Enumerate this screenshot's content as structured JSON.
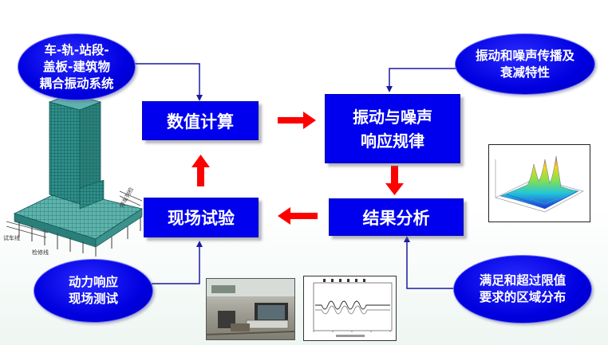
{
  "boxes": {
    "numeric_calc": "数值计算",
    "vibration_noise_line1": "振动与噪声",
    "vibration_noise_line2": "响应规律",
    "field_test": "现场试验",
    "result_analysis": "结果分析"
  },
  "ellipses": {
    "coupled_system": [
      "车-轨-站段-",
      "盖板-建筑物",
      "耦合振动系统"
    ],
    "propagation": [
      "振动和噪声传播及",
      "衰减特性"
    ],
    "dynamic_test": [
      "动力响应",
      "现场测试"
    ],
    "limit_zone": [
      "满足和超过限值",
      "要求的区域分布"
    ]
  },
  "model_labels": {
    "test_line": "试车线",
    "repair_line": "检修线",
    "parking_line": "停车列检"
  },
  "colors": {
    "box_blue": "#0000ee",
    "arrow_red": "#ff0000",
    "connector_blue": "#1a1aa0"
  }
}
